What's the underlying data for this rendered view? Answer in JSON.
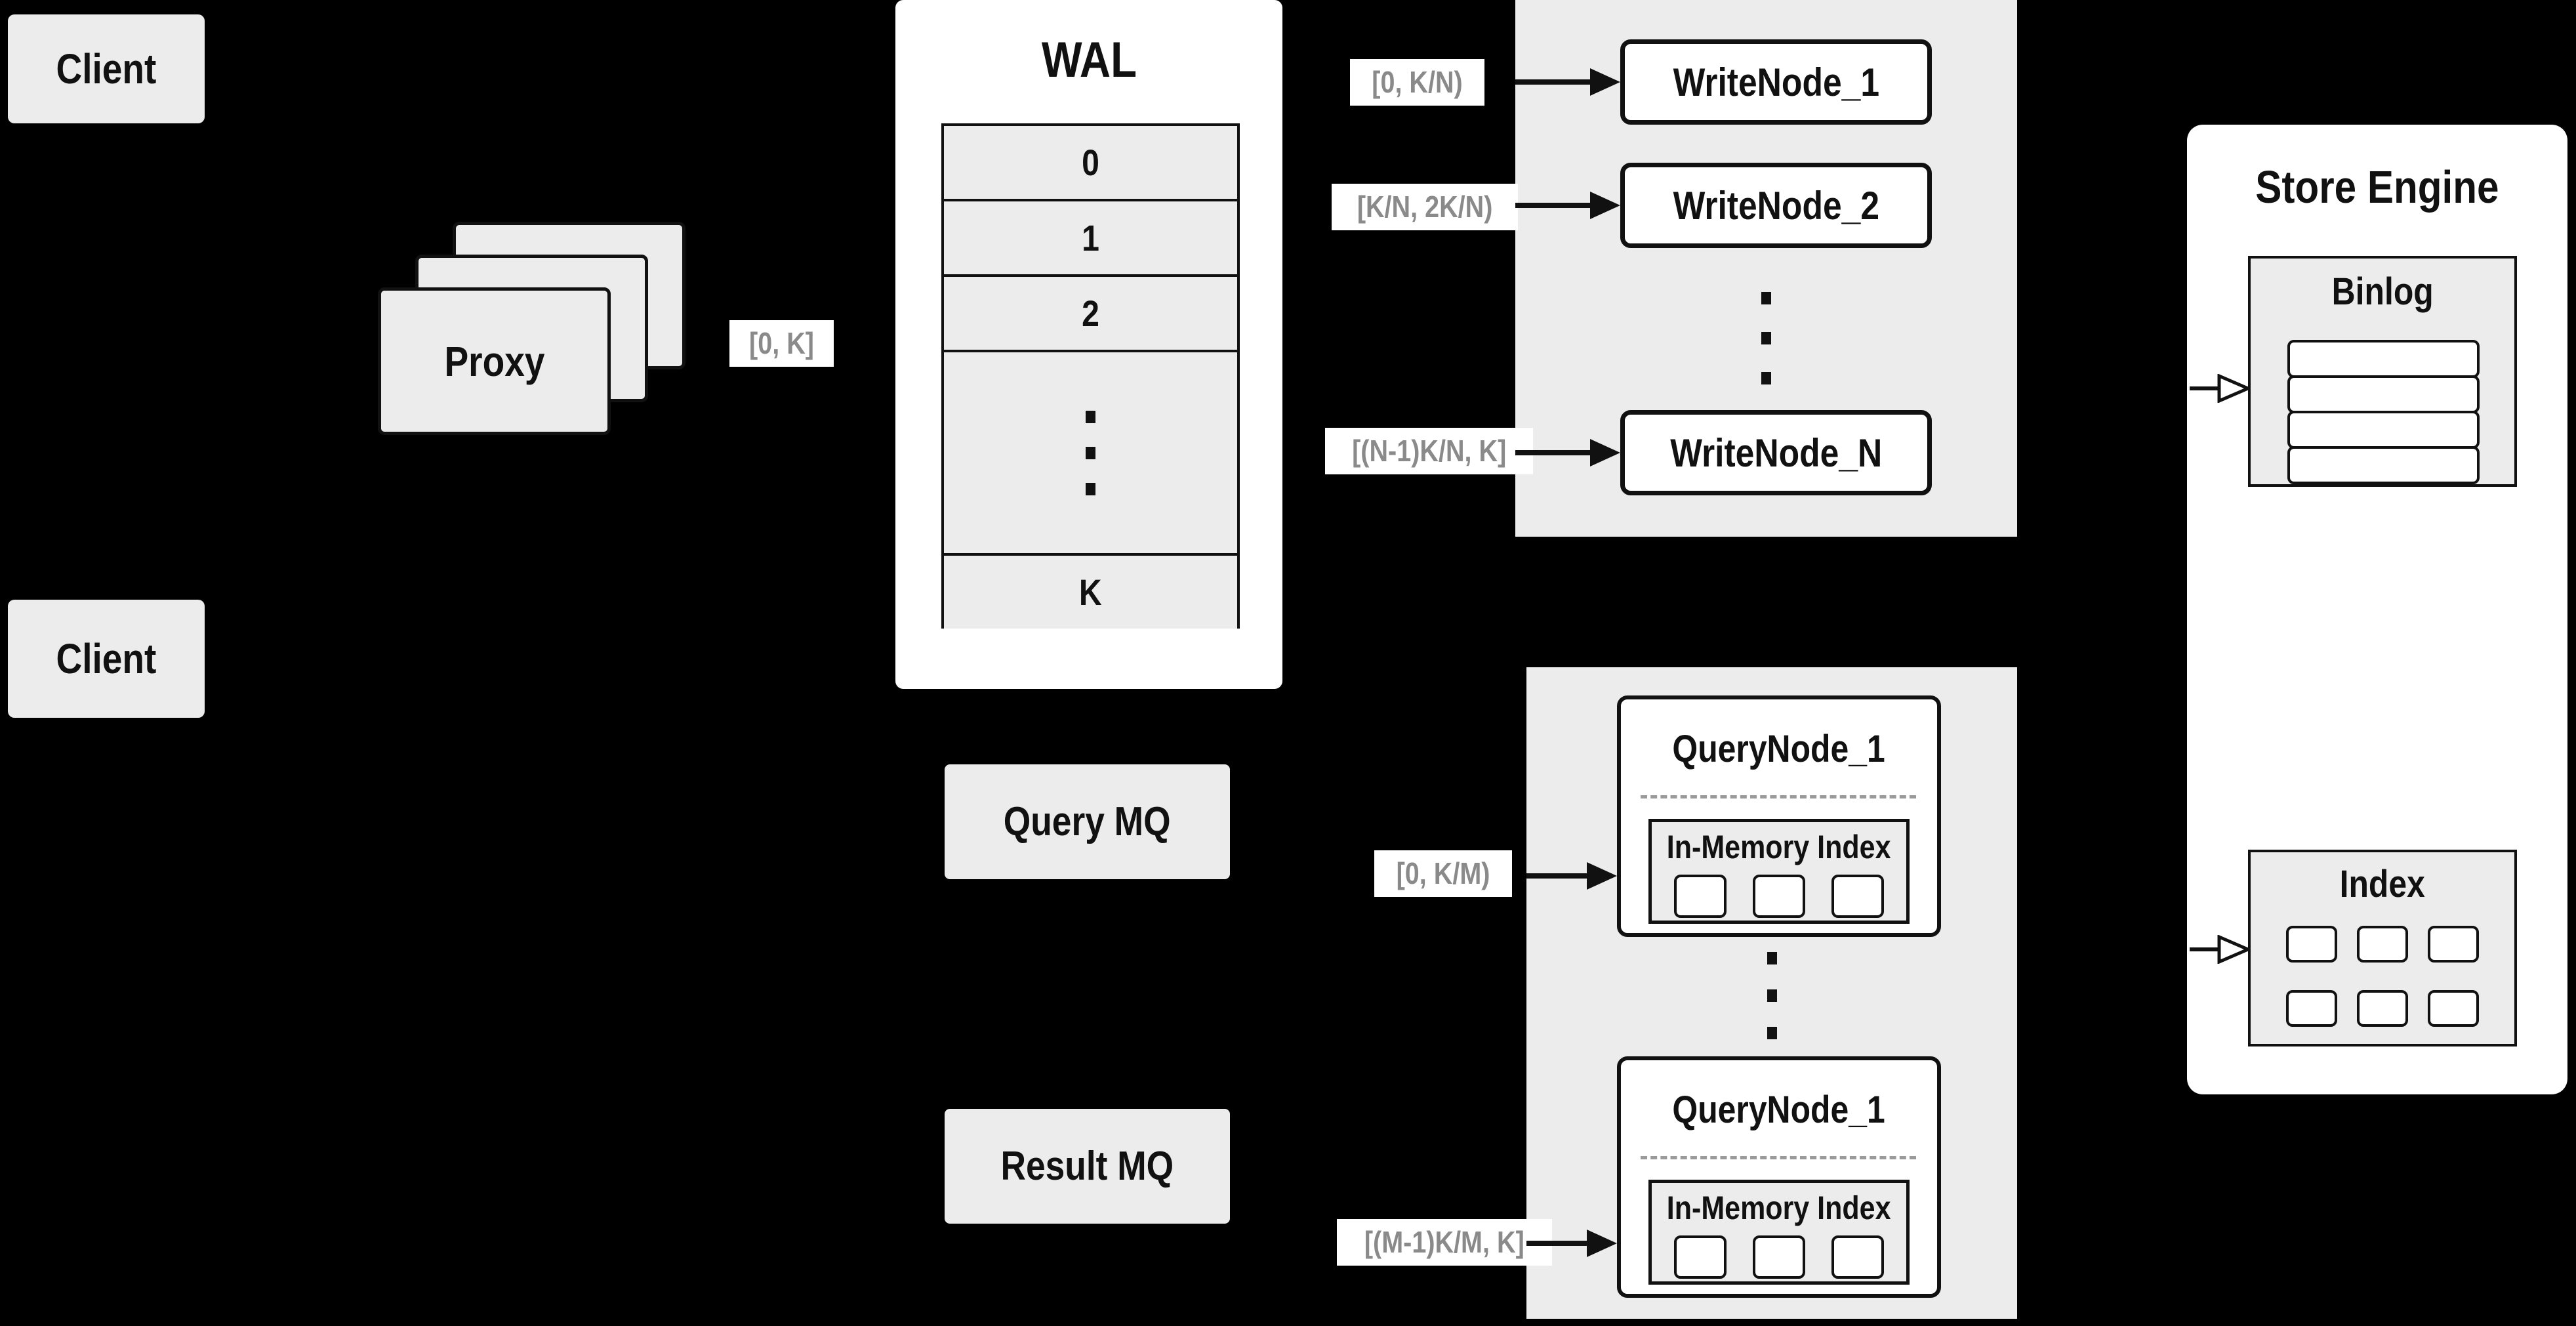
{
  "colors": {
    "background": "#000000",
    "panel": "#ececec",
    "box_fill": "#ffffff",
    "border": "#111111",
    "range_label_text": "#8a8a8a"
  },
  "diagram": {
    "clients": {
      "top": "Client",
      "bottom": "Client"
    },
    "proxy": {
      "label": "Proxy",
      "range": "[0, K]"
    },
    "wal": {
      "title": "WAL",
      "rows": [
        "0",
        "1",
        "2",
        "K"
      ]
    },
    "write": {
      "ranges": [
        "[0, K/N)",
        "[K/N, 2K/N)",
        "[(N-1)K/N, K]"
      ],
      "nodes": [
        "WriteNode_1",
        "WriteNode_2",
        "WriteNode_N"
      ]
    },
    "store": {
      "title": "Store Engine",
      "binlog": "Binlog",
      "index": "Index"
    },
    "mq": {
      "query": "Query MQ",
      "result": "Result MQ"
    },
    "query": {
      "ranges": [
        "[0, K/M)",
        "[(M-1)K/M, K]"
      ],
      "nodes": [
        "QueryNode_1",
        "QueryNode_1"
      ],
      "inmem_top": "In-Memory Index",
      "inmem_bottom": "In-Memory Index"
    }
  }
}
